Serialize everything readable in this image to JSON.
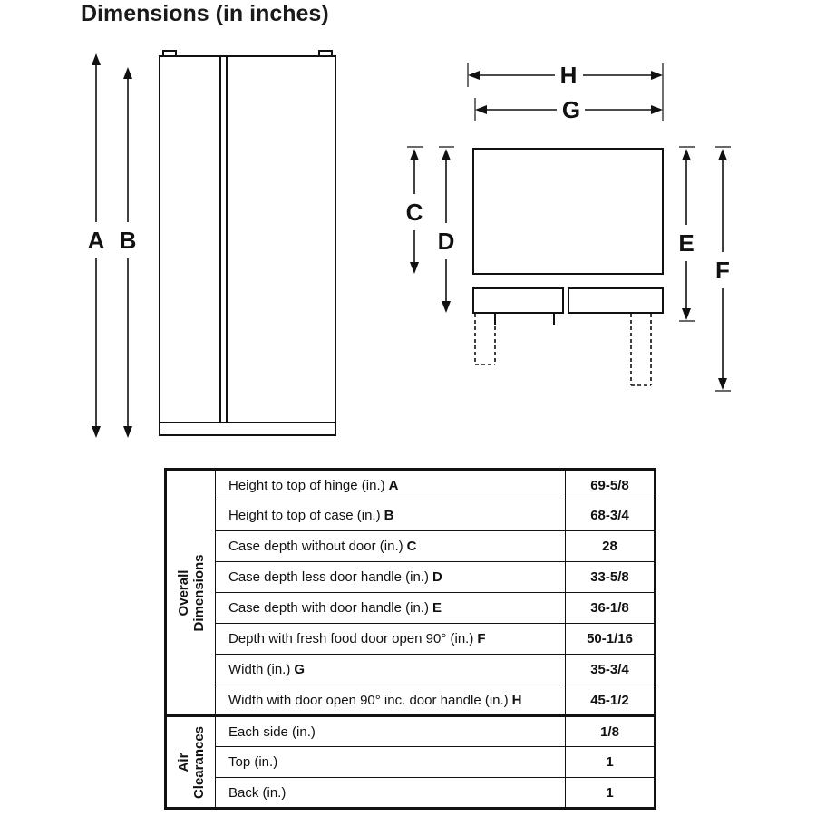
{
  "page": {
    "title": "Dimensions (in inches)"
  },
  "diagram": {
    "labels": {
      "a": "A",
      "b": "B",
      "c": "C",
      "d": "D",
      "e": "E",
      "f": "F",
      "g": "G",
      "h": "H"
    }
  },
  "table": {
    "sections": [
      {
        "label": "Overall Dimensions",
        "rows": [
          {
            "description": "Height to top of hinge (in.)",
            "key": "A",
            "value": "69-5/8"
          },
          {
            "description": "Height to top of case (in.)",
            "key": "B",
            "value": "68-3/4"
          },
          {
            "description": "Case depth without door (in.)",
            "key": "C",
            "value": "28"
          },
          {
            "description": "Case depth less door handle (in.)",
            "key": "D",
            "value": "33-5/8"
          },
          {
            "description": "Case depth with door handle (in.)",
            "key": "E",
            "value": "36-1/8"
          },
          {
            "description": "Depth with fresh food door open 90° (in.)",
            "key": "F",
            "value": "50-1/16"
          },
          {
            "description": "Width (in.)",
            "key": "G",
            "value": "35-3/4"
          },
          {
            "description": "Width with door open 90° inc. door handle (in.)",
            "key": "H",
            "value": "45-1/2"
          }
        ]
      },
      {
        "label": "Air Clearances",
        "rows": [
          {
            "description": "Each side (in.)",
            "key": "",
            "value": "1/8"
          },
          {
            "description": "Top (in.)",
            "key": "",
            "value": "1"
          },
          {
            "description": "Back (in.)",
            "key": "",
            "value": "1"
          }
        ]
      }
    ]
  }
}
